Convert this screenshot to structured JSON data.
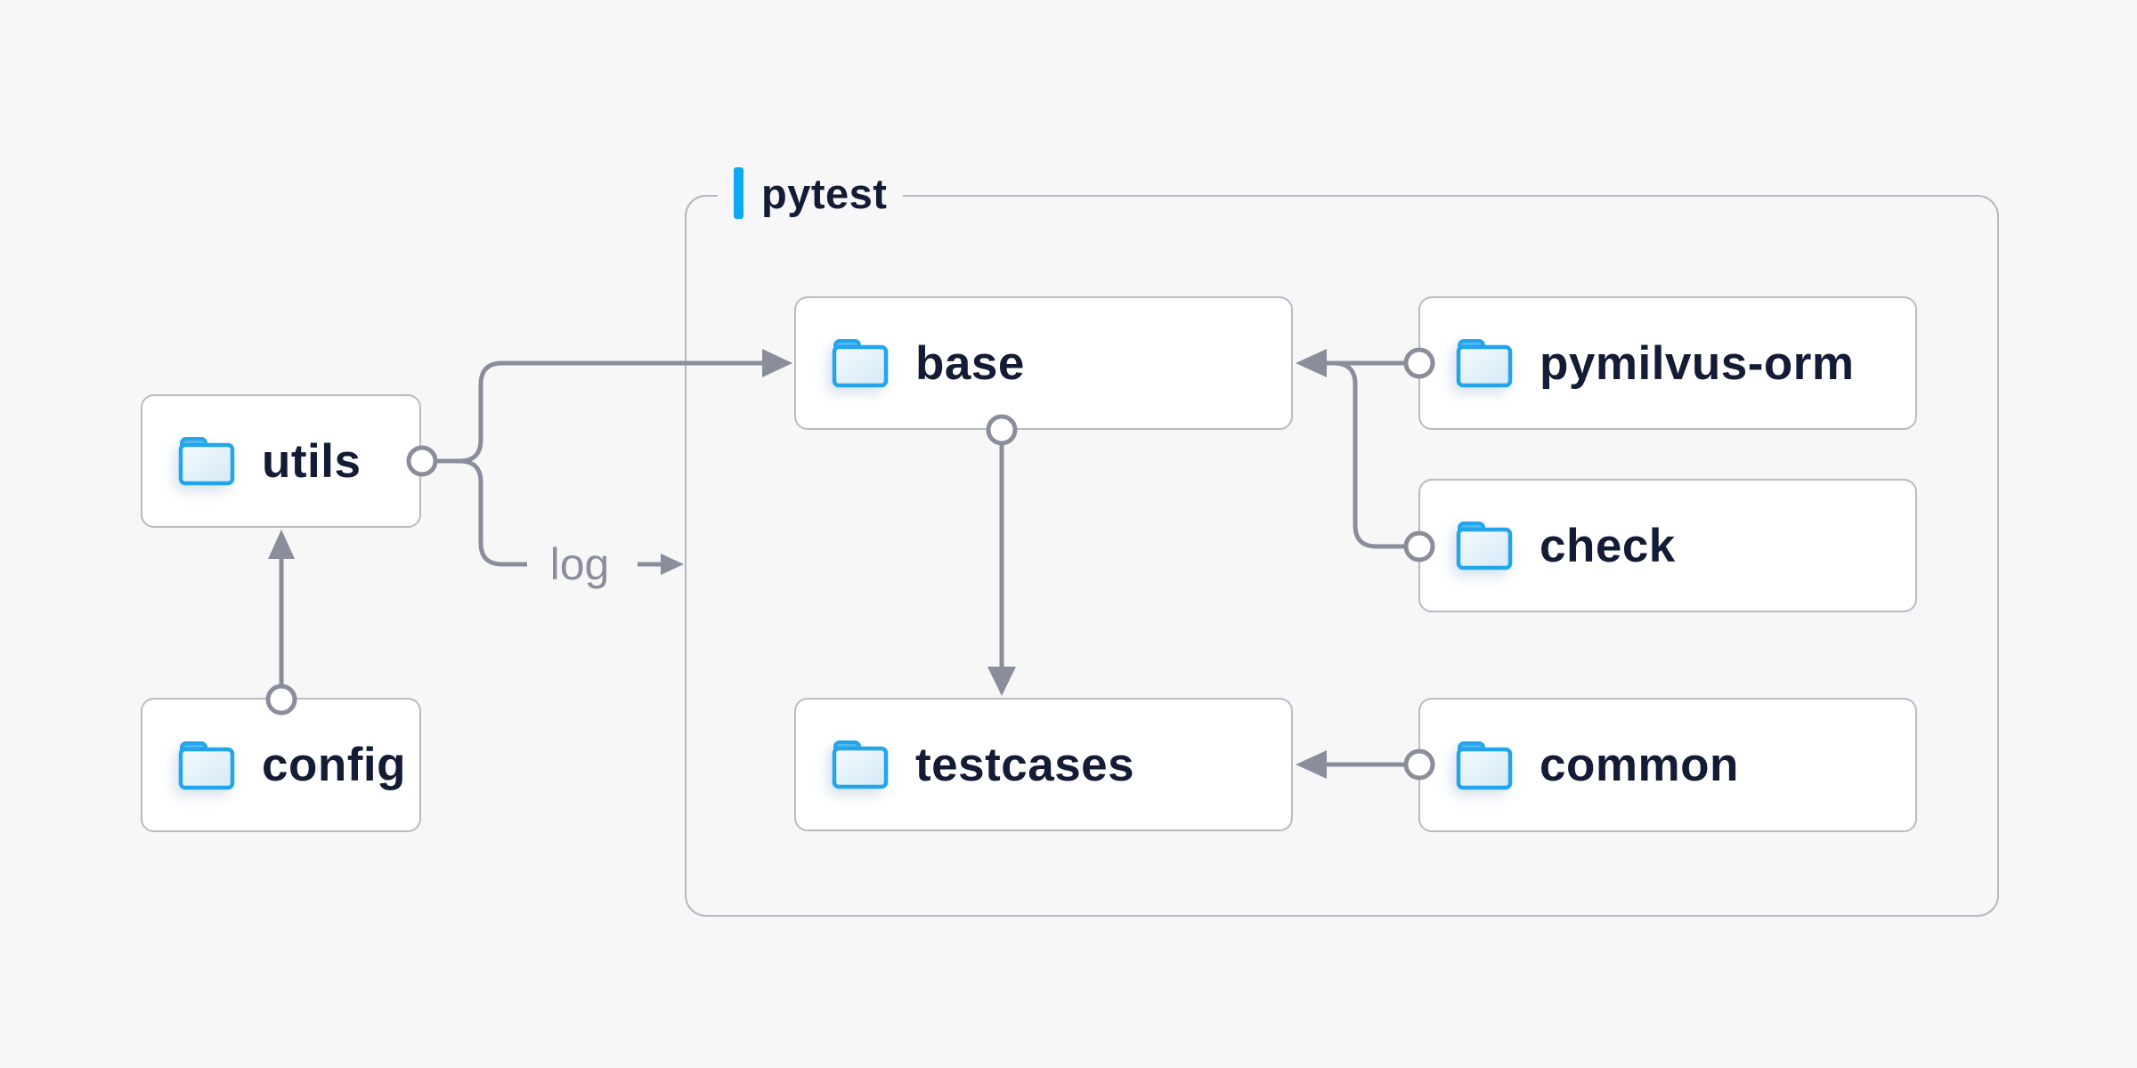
{
  "diagram": {
    "container_label": "pytest",
    "nodes": {
      "utils": {
        "label": "utils"
      },
      "config": {
        "label": "config"
      },
      "base": {
        "label": "base"
      },
      "testcases": {
        "label": "testcases"
      },
      "pymilvus_orm": {
        "label": "pymilvus-orm"
      },
      "check": {
        "label": "check"
      },
      "common": {
        "label": "common"
      }
    },
    "edges": [
      {
        "from": "config",
        "to": "utils"
      },
      {
        "from": "utils",
        "to": "base"
      },
      {
        "from": "utils",
        "to": "pytest",
        "label": "log"
      },
      {
        "from": "pymilvus-orm",
        "to": "base"
      },
      {
        "from": "check",
        "to": "base"
      },
      {
        "from": "base",
        "to": "testcases"
      },
      {
        "from": "common",
        "to": "testcases"
      }
    ],
    "icons": {
      "node_icon": "folder-icon",
      "edge_start": "circle-connector",
      "edge_end": "arrowhead"
    },
    "colors": {
      "background": "#f7f7f8",
      "node_bg": "#ffffff",
      "node_border": "#b8bac5",
      "container_border": "#b5b7c3",
      "connector": "#8a8e9b",
      "text": "#141c35",
      "label_text": "#8b8f9b",
      "accent_blue": "#0ea9f3",
      "folder_stroke": "#23a5ec",
      "folder_tab": "#55b7ef",
      "folder_fill_start": "#f6fafd",
      "folder_fill_end": "#d3e9f7"
    }
  }
}
